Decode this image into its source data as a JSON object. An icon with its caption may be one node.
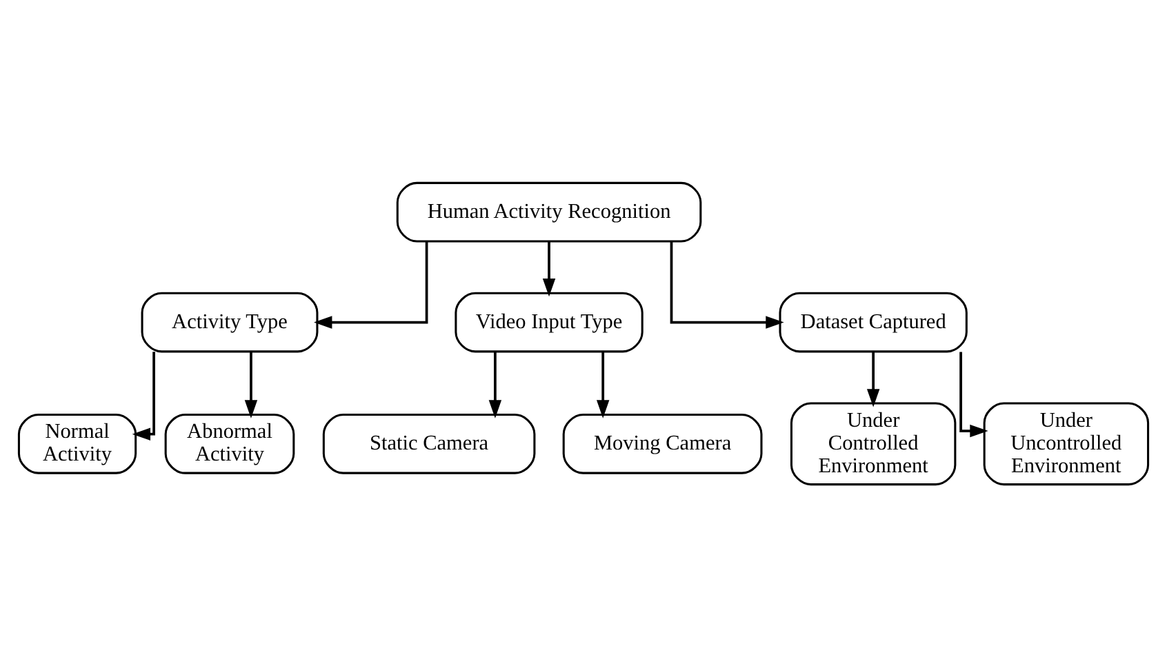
{
  "diagram": {
    "nodes": [
      {
        "text": [
          "Human Activity Recognition"
        ]
      },
      {
        "text": [
          "Activity Type"
        ]
      },
      {
        "text": [
          "Video Input Type"
        ]
      },
      {
        "text": [
          "Dataset Captured"
        ]
      },
      {
        "text": [
          "Normal Activity"
        ]
      },
      {
        "text": [
          "Abnormal Activity"
        ]
      },
      {
        "text": [
          "Under Controlled Environment"
        ]
      },
      {
        "text": [
          "Under Uncontrolled Environment"
        ]
      },
      {
        "text": [
          "Static Camera"
        ]
      },
      {
        "text": [
          "Moving Camera"
        ]
      }
    ],
    "edges": [
      {
        "from": 0,
        "to": 1,
        "arrow": "to"
      },
      {
        "from": 0,
        "to": 2,
        "arrow": "to"
      },
      {
        "from": 0,
        "to": 3,
        "arrow": "to"
      },
      {
        "from": 1,
        "to": 4,
        "arrow": "to"
      },
      {
        "from": 1,
        "to": 5,
        "arrow": "to"
      },
      {
        "from": 3,
        "to": 6,
        "arrow": "to"
      },
      {
        "from": 3,
        "to": 7,
        "arrow": "to"
      },
      {
        "from": 2,
        "to": 8,
        "arrow": "to"
      },
      {
        "from": 2,
        "to": 9,
        "arrow": "to"
      }
    ]
  }
}
